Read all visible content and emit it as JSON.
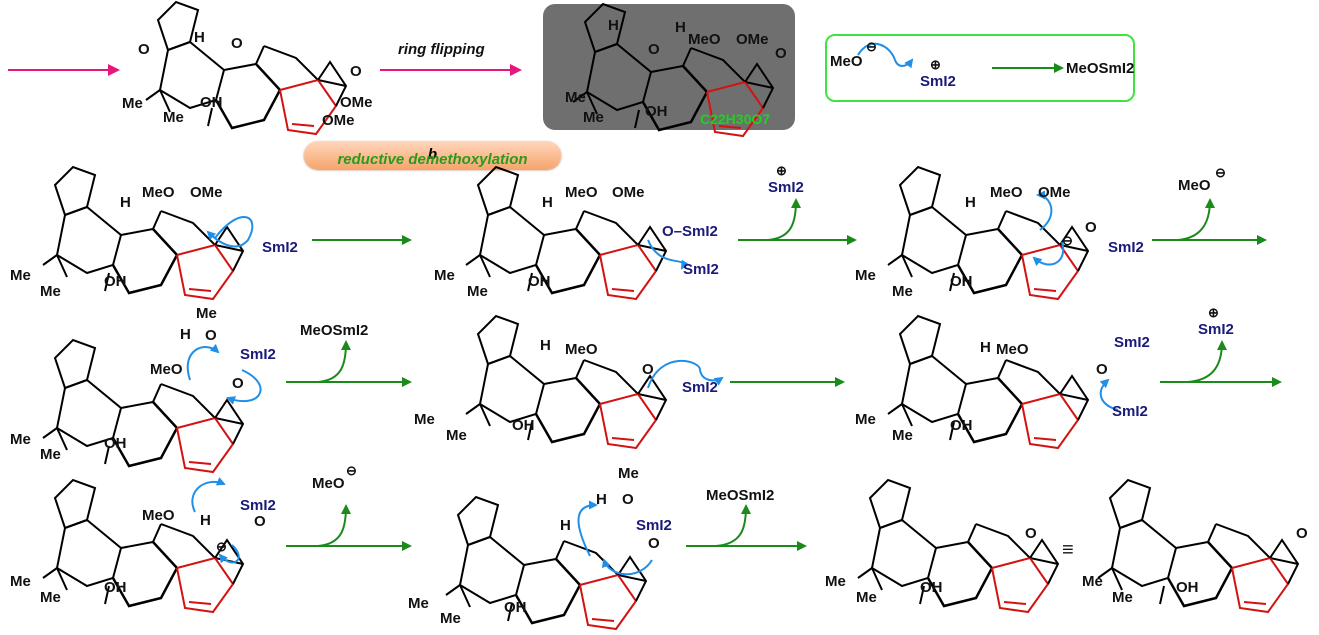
{
  "header": {
    "step_label": "ring flipping",
    "formula": "C22H30O7",
    "pill_label": "reductive demethoxylation",
    "pill_suffix": "b"
  },
  "reagents": {
    "methoxide": "MeO",
    "samarium": "SmI2",
    "product": "MeOSmI2"
  },
  "atoms": {
    "H": "H",
    "O": "O",
    "OH": "OH",
    "Me": "Me",
    "MeO": "MeO",
    "OMe": "OMe"
  },
  "equivalence_symbol": "≡",
  "colors": {
    "arrow_green": "#1a8a1a",
    "arrow_magenta": "#e8167c",
    "curly_blue": "#1f8fe8",
    "bond_red": "#d31212",
    "samarium_navy": "#1a1a7a",
    "formula_green": "#22d422"
  }
}
